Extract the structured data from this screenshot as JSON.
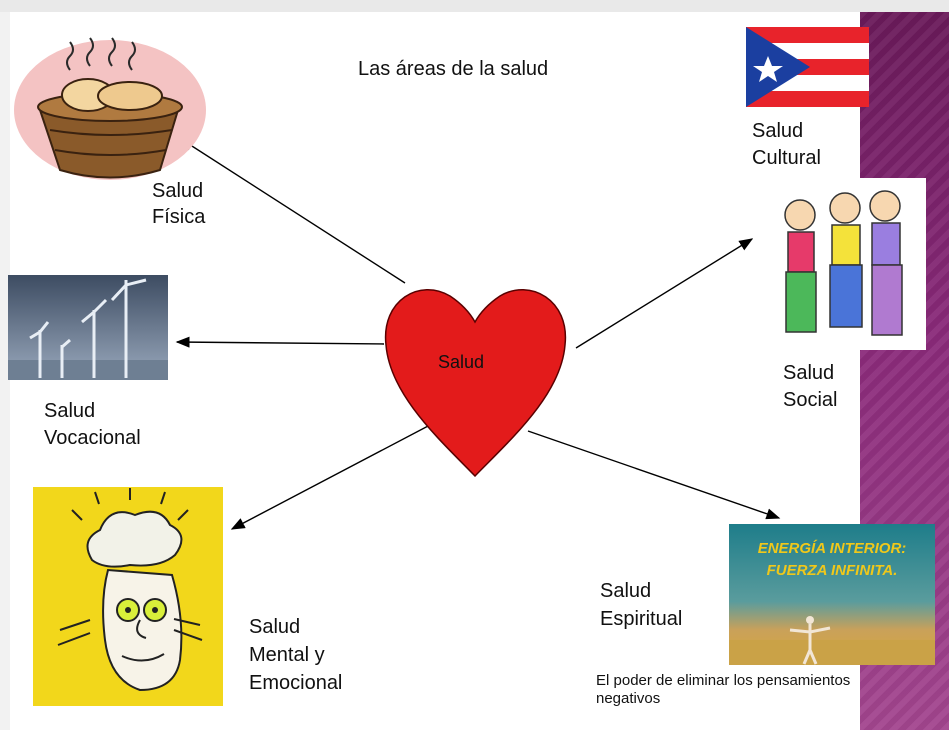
{
  "title": "Las  áreas de la salud",
  "center": "Salud",
  "areas": {
    "fisica": [
      "Salud",
      "Física"
    ],
    "vocacional": [
      "Salud",
      "Vocacional"
    ],
    "mental": [
      "Salud",
      "Mental y",
      "Emocional"
    ],
    "cultural": [
      "Salud",
      "Cultural"
    ],
    "social": [
      "Salud",
      "Social"
    ],
    "espiritual": [
      "Salud",
      "Espiritual"
    ]
  },
  "espiritual_note": [
    "El poder de eliminar los pensamientos",
    "negativos"
  ],
  "energy_poster": [
    "ENERGÍA INTERIOR:",
    "FUERZA INFINITA."
  ],
  "colors": {
    "heart": "#e31b1b",
    "poster_text": "#f0c81a",
    "mental_bg": "#f2d71b",
    "side_band": "#8a2a7a"
  },
  "icons": [
    "bread-basket",
    "wind-turbines",
    "crazy-face",
    "puerto-rico-flag",
    "kids-group",
    "meditation-poster"
  ]
}
